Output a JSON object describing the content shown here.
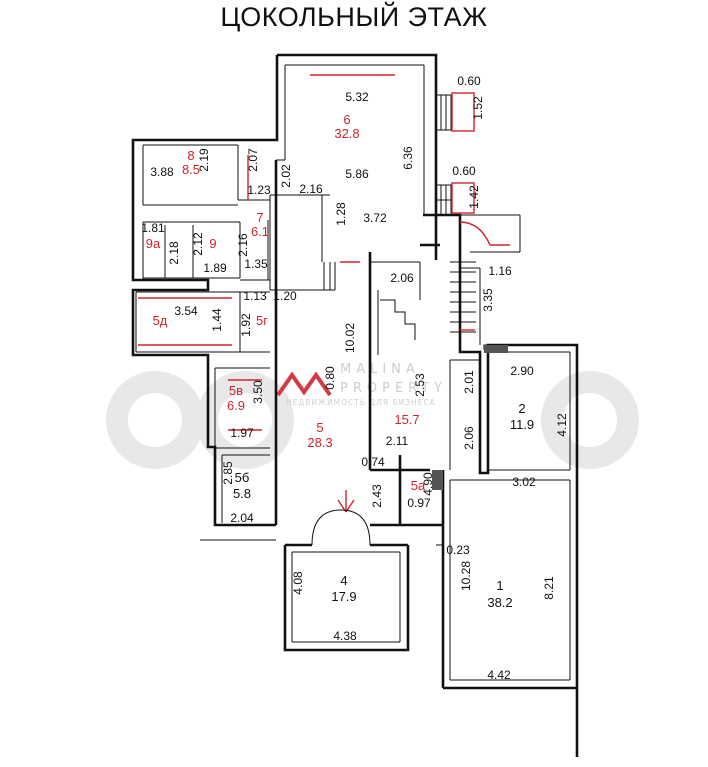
{
  "title": "ЦОКОЛЬНЫЙ ЭТАЖ",
  "watermark": {
    "line1": "MALINA",
    "line2": "PROPERTY",
    "line3": "НЕДВИЖИМОСТЬ ДЛЯ БИЗНЕСА"
  },
  "rooms": {
    "r6": {
      "num": "6",
      "area": "32.8"
    },
    "r8": {
      "num": "8",
      "area": "8.5"
    },
    "r7": {
      "num": "7",
      "area": "6.1"
    },
    "r9a": {
      "num": "9а"
    },
    "r9": {
      "num": "9"
    },
    "r5d": {
      "num": "5д"
    },
    "r5g": {
      "num": "5г"
    },
    "r5v": {
      "num": "5в",
      "area": "6.9"
    },
    "r5b": {
      "num": "5б",
      "area": "5.8"
    },
    "r5": {
      "num": "5",
      "area": "28.3"
    },
    "r3": {
      "area": "15.7"
    },
    "r5a": {
      "num": "5а"
    },
    "r2": {
      "num": "2",
      "area": "11.9"
    },
    "r4": {
      "num": "4",
      "area": "17.9"
    },
    "r1": {
      "num": "1",
      "area": "38.2"
    }
  },
  "dims": {
    "d532": "5.32",
    "d636": "6.36",
    "d586": "5.86",
    "d202": "2.02",
    "d216a": "2.16",
    "d372": "3.72",
    "d128": "1.28",
    "d060a": "0.60",
    "d152": "1.52",
    "d060b": "0.60",
    "d142": "1.42",
    "d388": "3.88",
    "d219": "2.19",
    "d207": "2.07",
    "d123": "1.23",
    "d181": "1.81",
    "d218": "2.18",
    "d212": "2.12",
    "d189": "1.89",
    "d216b": "2.16",
    "d135": "1.35",
    "d206a": "2.06",
    "d116": "1.16",
    "d335": "3.35",
    "d354": "3.54",
    "d144": "1.44",
    "d113": "1.13",
    "d192": "1.92",
    "d120": "1.20",
    "d1002": "10.02",
    "d350": "3.50",
    "d197": "1.97",
    "d080": "0.80",
    "d253": "2.53",
    "d201": "2.01",
    "d290": "2.90",
    "d412": "4.12",
    "d206b": "2.06",
    "d211": "2.11",
    "d074": "0.74",
    "d302": "3.02",
    "d285": "2.85",
    "d204": "2.04",
    "d243": "2.43",
    "d490": "4.90",
    "d097": "0.97",
    "d023": "0.23",
    "d1028": "10.28",
    "d821": "8.21",
    "d408": "4.08",
    "d438": "4.38",
    "d442": "4.42"
  }
}
